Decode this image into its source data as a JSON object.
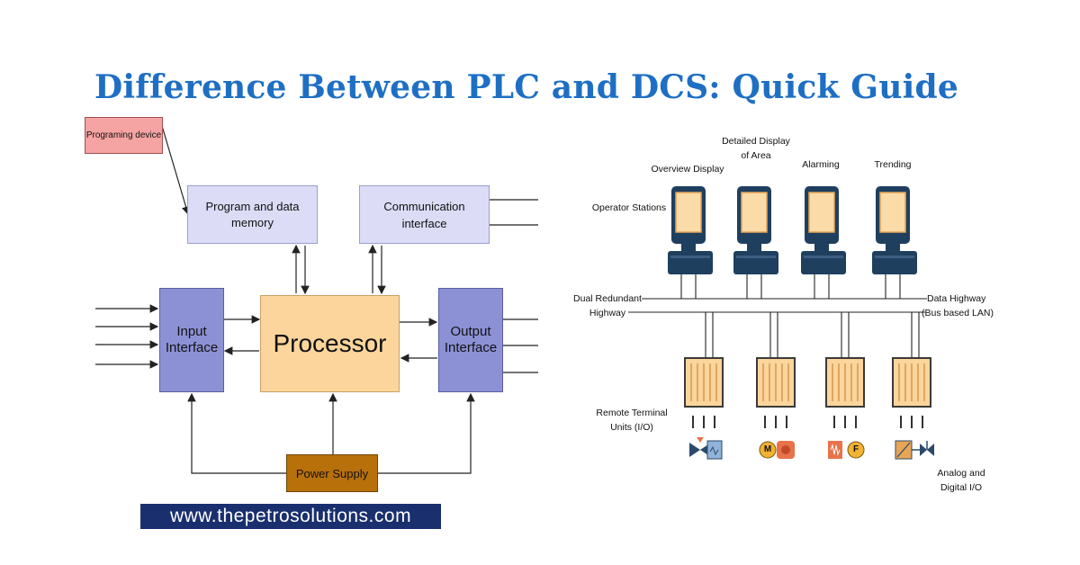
{
  "title": "Difference Between PLC and DCS: Quick Guide",
  "plc": {
    "programming_device": "Programing device",
    "program_memory_line1": "Program and data",
    "program_memory_line2": "memory",
    "comm_line1": "Communication",
    "comm_line2": "interface",
    "input_line1": "Input",
    "input_line2": "Interface",
    "processor": "Processor",
    "output_line1": "Output",
    "output_line2": "Interface",
    "power_supply": "Power Supply"
  },
  "dcs": {
    "detailed_line1": "Detailed Display",
    "detailed_line2": "of Area",
    "overview": "Overview Display",
    "alarming": "Alarming",
    "trending": "Trending",
    "operator_stations": "Operator Stations",
    "dual_line1": "Dual Redundant",
    "dual_line2": "Highway",
    "data_highway_line1": "Data Highway",
    "data_highway_line2": "(Bus based LAN)",
    "rtu_line1": "Remote Terminal",
    "rtu_line2": "Units (I/O)",
    "analog_line1": "Analog and",
    "analog_line2": "Digital I/O",
    "device_m": "M",
    "device_f": "F"
  },
  "colors": {
    "title": "#1e6fc4",
    "box_lavender": "#dcdcf7",
    "box_interface": "#8c91d6",
    "processor": "#fbd59b",
    "power": "#b8700a",
    "prog_device": "#f6a3a3",
    "monitor_dark": "#1f3f5f",
    "rtu": "#fbd59b"
  },
  "website": "www.thepetrosolutions.com"
}
